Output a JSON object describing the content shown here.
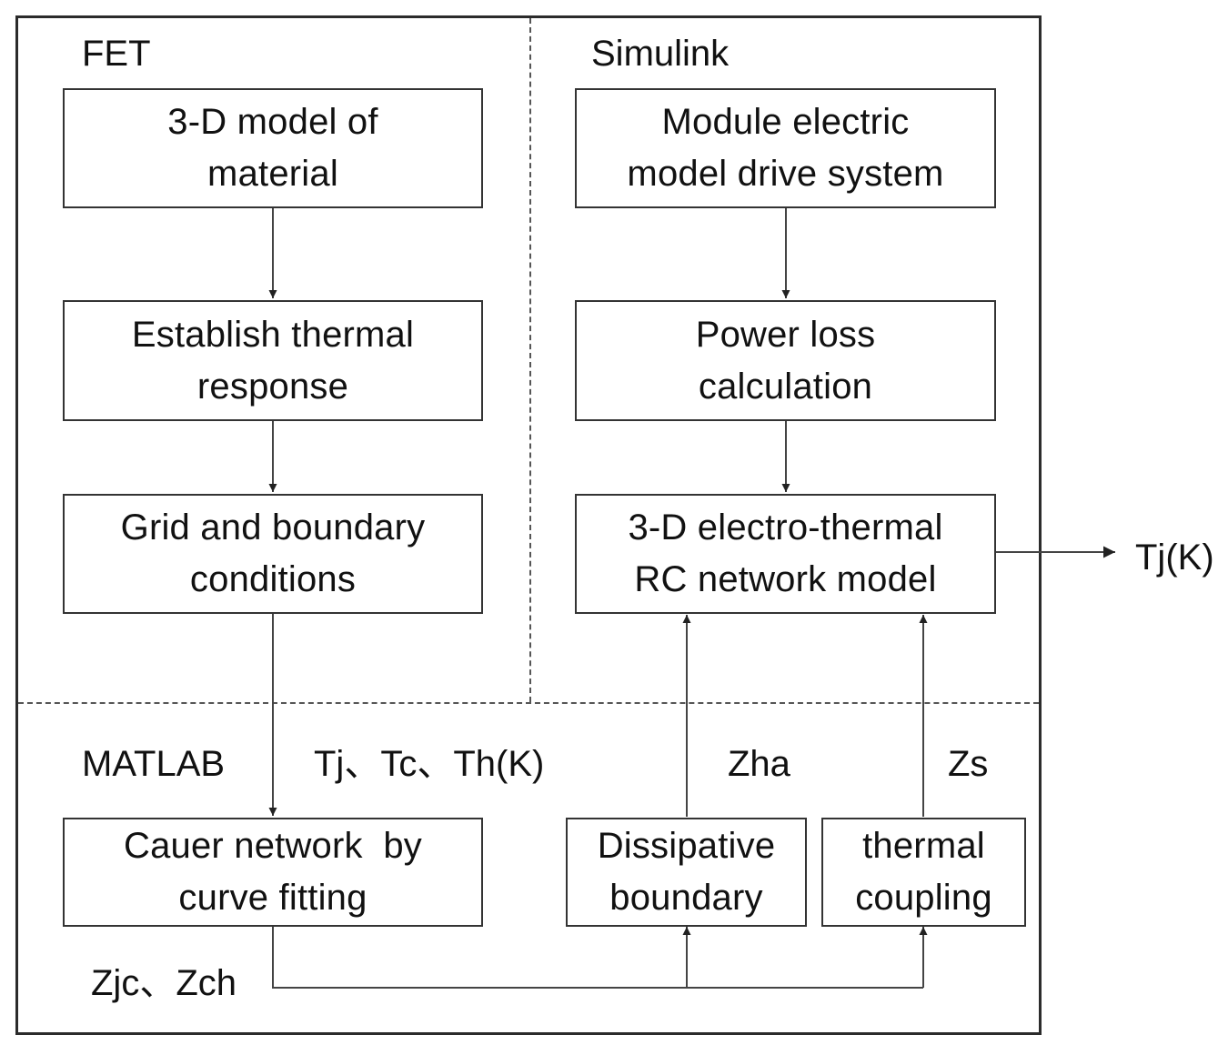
{
  "sections": {
    "fet": "FET",
    "simulink": "Simulink",
    "matlab": "MATLAB"
  },
  "fet_boxes": {
    "model3d": [
      "3-D model of",
      "material"
    ],
    "thermal_response": [
      "Establish thermal",
      "response"
    ],
    "grid_boundary": [
      "Grid and boundary",
      "conditions"
    ]
  },
  "simulink_boxes": {
    "module_electric": [
      "Module electric",
      "model drive system"
    ],
    "power_loss": [
      "Power loss",
      "calculation"
    ],
    "rc_network": [
      "3-D electro-thermal",
      "RC network model"
    ]
  },
  "matlab_boxes": {
    "cauer": [
      "Cauer network  by",
      "curve fitting"
    ],
    "dissipative": [
      "Dissipative",
      "boundary"
    ],
    "thermal_coupling": [
      "thermal",
      "coupling"
    ]
  },
  "edge_labels": {
    "output": "Tj(K)",
    "temperatures": "Tj、Tc、Th(K)",
    "zha": "Zha",
    "zs": "Zs",
    "zjc_zch": "Zjc、Zch"
  },
  "colors": {
    "stroke": "#333333",
    "dash": "#555555",
    "text": "#111111"
  }
}
